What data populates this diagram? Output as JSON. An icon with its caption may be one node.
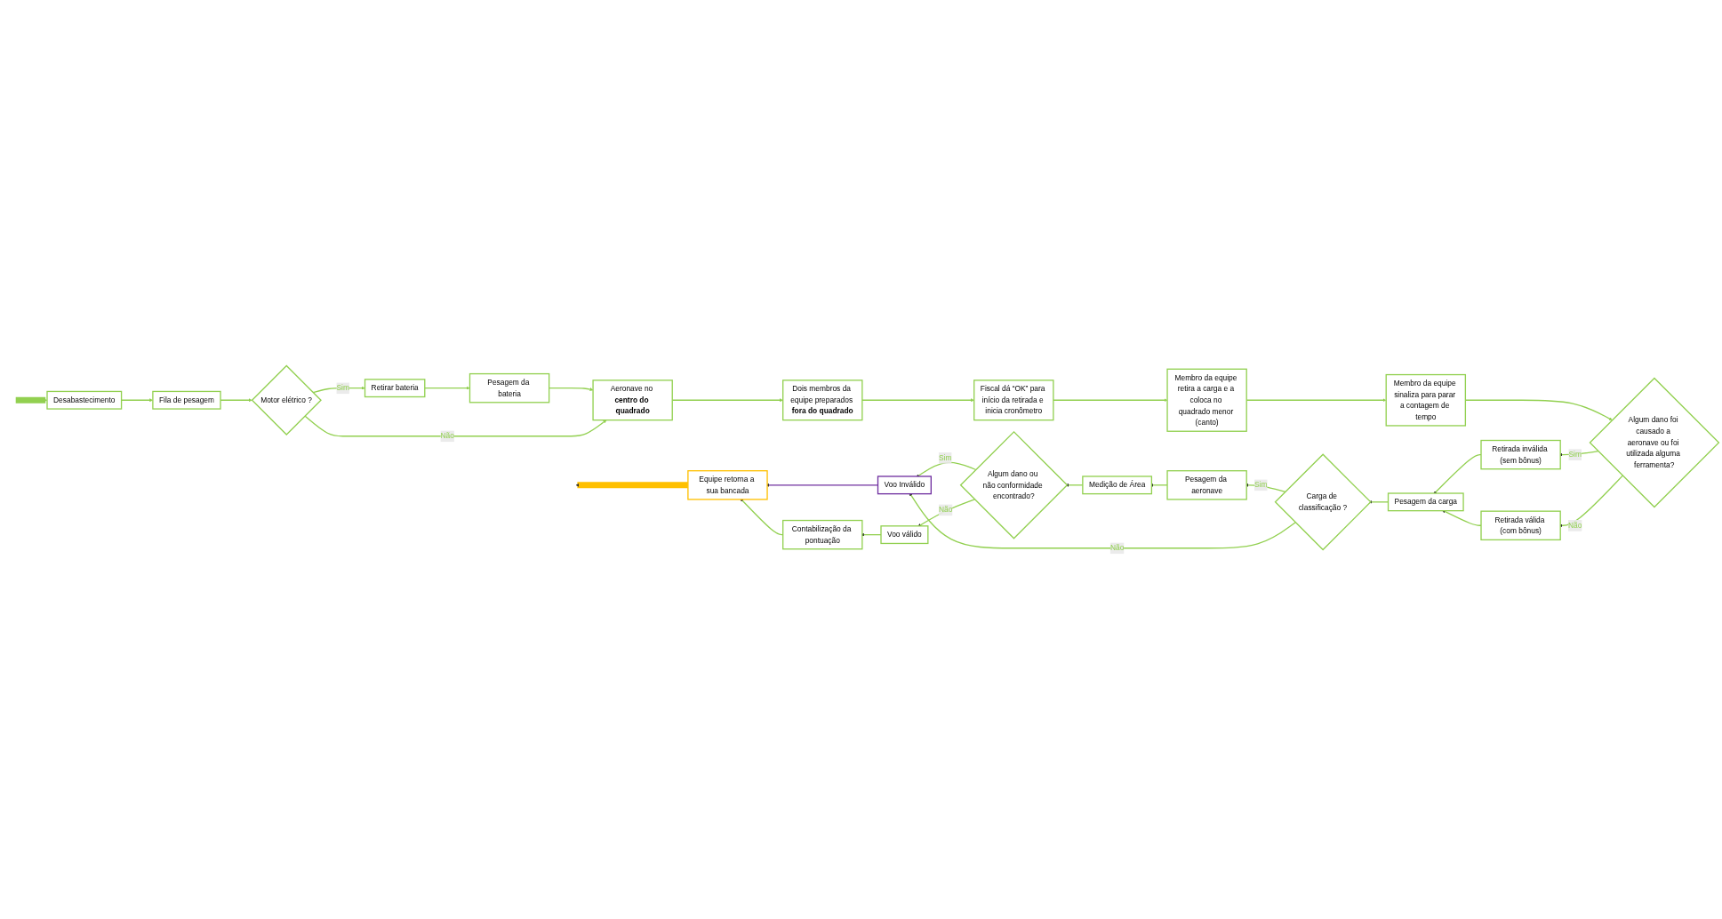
{
  "diagram": {
    "nodes": [
      {
        "text": [
          "Desabastecimento"
        ]
      },
      {
        "text": [
          "Fila de pesagem"
        ]
      },
      {
        "text": [
          "Motor elétrico ?"
        ]
      },
      {
        "text": [
          "Retirar bateria"
        ]
      },
      {
        "text": [
          "Pesagem da bateria"
        ]
      },
      {
        "text": [
          "Aeronave no **centro do quadrado**"
        ]
      },
      {
        "text": [
          "Dois membros da equipe preparados **fora do quadrado**"
        ]
      },
      {
        "text": [
          "Fiscal dá “OK” para início da retirada e inicia cronômetro"
        ]
      },
      {
        "text": [
          "Membro da equipe retira a carga e a coloca no quadrado menor (canto)"
        ]
      },
      {
        "text": [
          "Membro da equipe sinaliza para parar a contagem de tempo"
        ]
      },
      {
        "text": [
          "Algum dano foi causado a aeronave ou foi utilizada alguma ferramenta?"
        ]
      },
      {
        "text": [
          "Retirada inválida (sem bônus)"
        ]
      },
      {
        "text": [
          "Retirada válida (com bônus)"
        ]
      },
      {
        "text": [
          "Pesagem da carga"
        ]
      },
      {
        "text": [
          "Carga de classificação ?"
        ]
      },
      {
        "text": [
          "Pesagem da aeronave"
        ]
      },
      {
        "text": [
          "Medição de Área"
        ]
      },
      {
        "text": [
          "Algum dano ou não conformidade encontrado?"
        ]
      },
      {
        "text": [
          "Voo Inválido"
        ]
      },
      {
        "text": [
          "Equipe retorna a sua bancada"
        ]
      },
      {
        "text": [
          "Contabilização da pontuação"
        ]
      },
      {
        "text": [
          "Voo válido"
        ]
      }
    ],
    "edges": [
      {
        "from": null,
        "to": 0,
        "arrow": "to",
        "style": "thick"
      },
      {
        "from": 0,
        "to": 1,
        "arrow": "to"
      },
      {
        "from": 1,
        "to": 2,
        "arrow": "to"
      },
      {
        "from": 2,
        "to": 3,
        "arrow": "to",
        "label": "Sim"
      },
      {
        "from": 3,
        "to": 4,
        "arrow": "to"
      },
      {
        "from": 4,
        "to": 5,
        "arrow": "to"
      },
      {
        "from": 2,
        "to": 5,
        "arrow": "to",
        "label": "Não"
      },
      {
        "from": 5,
        "to": 6,
        "arrow": "to"
      },
      {
        "from": 6,
        "to": 7,
        "arrow": "to"
      },
      {
        "from": 7,
        "to": 8,
        "arrow": "to"
      },
      {
        "from": 8,
        "to": 9,
        "arrow": "to"
      },
      {
        "from": 9,
        "to": 10,
        "arrow": "to"
      },
      {
        "from": 10,
        "to": 11,
        "arrow": "to",
        "label": "Sim"
      },
      {
        "from": 10,
        "to": 12,
        "arrow": "to",
        "label": "Não"
      },
      {
        "from": 11,
        "to": 13,
        "arrow": "to"
      },
      {
        "from": 12,
        "to": 13,
        "arrow": "to"
      },
      {
        "from": 13,
        "to": 14,
        "arrow": "to"
      },
      {
        "from": 14,
        "to": 15,
        "arrow": "to",
        "label": "Sim"
      },
      {
        "from": 15,
        "to": 16,
        "arrow": "to"
      },
      {
        "from": 16,
        "to": 17,
        "arrow": "to"
      },
      {
        "from": 17,
        "to": 18,
        "arrow": "to",
        "label": "Sim"
      },
      {
        "from": 14,
        "to": 18,
        "arrow": "to",
        "label": "Não"
      },
      {
        "from": 18,
        "to": 19,
        "arrow": "to",
        "color": "#7030a0"
      },
      {
        "from": 17,
        "to": 21,
        "arrow": "to",
        "label": "Não"
      },
      {
        "from": 21,
        "to": 20,
        "arrow": "to"
      },
      {
        "from": 20,
        "to": 19,
        "arrow": "to"
      },
      {
        "from": 19,
        "to": null,
        "arrow": "to",
        "style": "thick",
        "color": "#ffc000"
      }
    ]
  }
}
